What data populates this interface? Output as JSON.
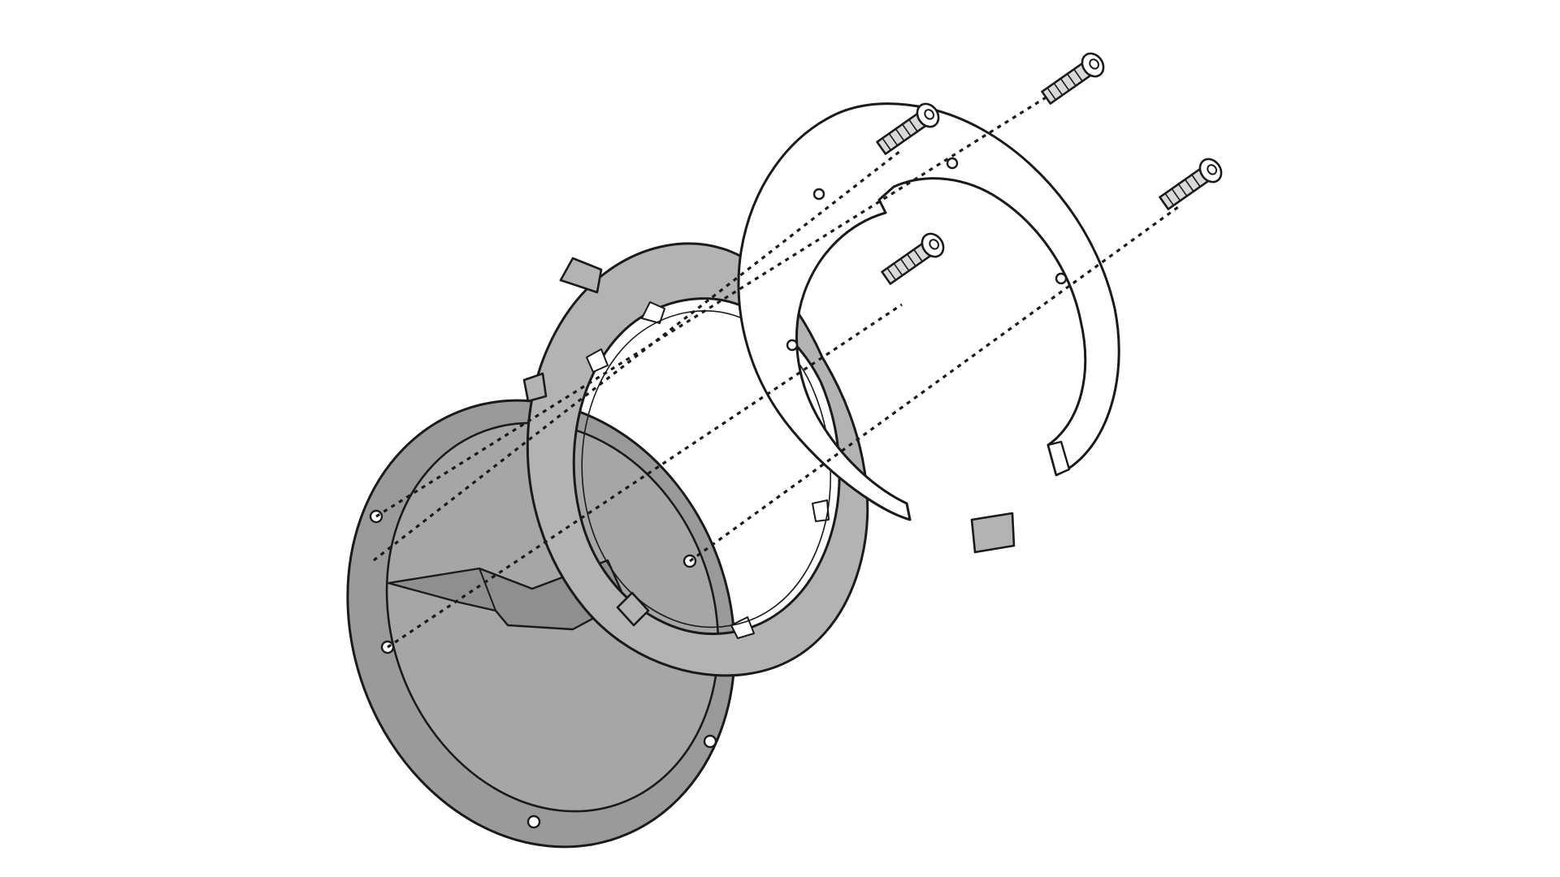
{
  "diagram": {
    "kind": "exploded-assembly",
    "colors": {
      "background": "#ffffff",
      "line": "#1a1a1a",
      "base_plate_fill": "#9a9a9a",
      "base_plate_inner": "#a9a9a9",
      "ring_fill": "#b3b3b3",
      "bracket_fill": "#ffffff",
      "screw_fill": "#d9d9d9"
    },
    "parts": [
      {
        "id": "base-plate",
        "icon": "tank-cap-flange",
        "holes": 5
      },
      {
        "id": "adapter-ring",
        "icon": "grey-ring-adapter"
      },
      {
        "id": "mounting-bracket",
        "icon": "open-c-ring-plate",
        "holes": 4
      },
      {
        "id": "screws",
        "icon": "hex-socket-screw",
        "count": 4
      }
    ],
    "guide_lines": {
      "style": "dashed",
      "count": 4
    }
  }
}
